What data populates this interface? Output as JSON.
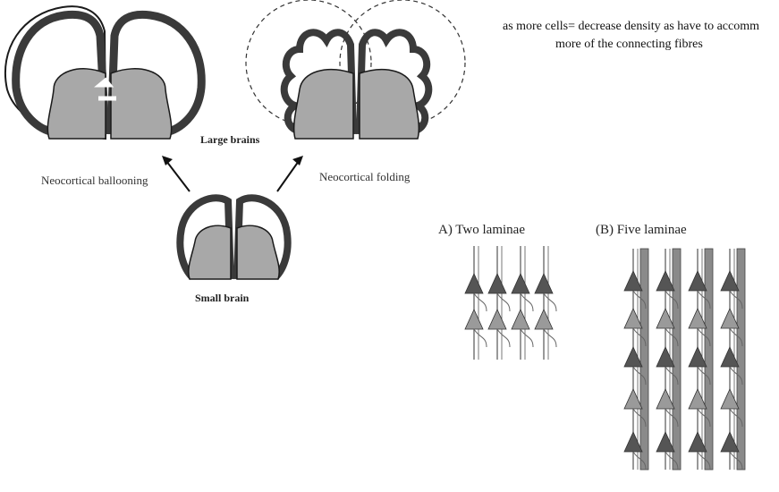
{
  "annotation": {
    "line1": "as more cells= decrease density as have to accomm",
    "line2": "more of the connecting fibres"
  },
  "brains": {
    "large_label": "Large brains",
    "small_label": "Small brain",
    "ballooning_label": "Neocortical ballooning",
    "folding_label": "Neocortical folding"
  },
  "laminae": {
    "panel_a_title": "A)  Two laminae",
    "panel_b_title": "(B)  Five laminae"
  },
  "colors": {
    "cortex": "#3a3a3a",
    "subcortex": "#a8a8a8",
    "outline": "#1a1a1a",
    "neuron_dark": "#555555",
    "neuron_light": "#9a9a9a"
  }
}
